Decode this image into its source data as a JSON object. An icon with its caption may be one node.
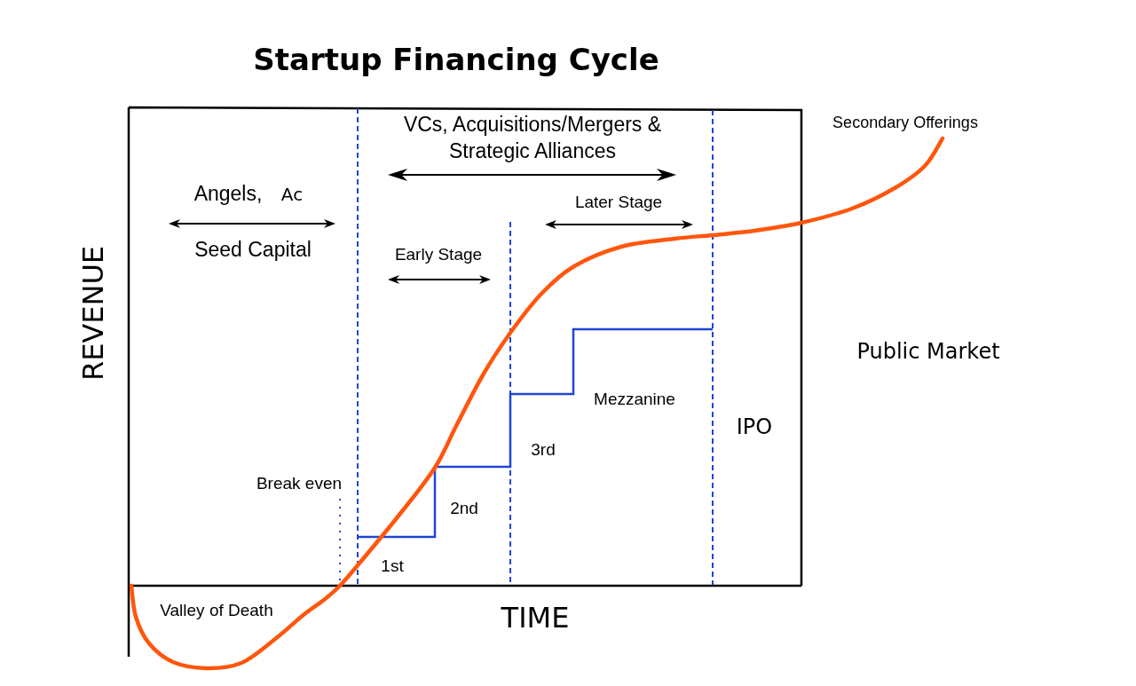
{
  "diagram": {
    "title": "Startup Financing Cycle",
    "labels": [
      "VCs, Acquisitions/Mergers & Strategic Alliances",
      "Secondary Offerings",
      "Angels,",
      "Ac",
      "Later Stage",
      "Seed Capital",
      "Early Stage",
      "REVENUE",
      "Public Market",
      "Mezzanine",
      "IPO",
      "3rd",
      "Break even",
      "2nd",
      "1st",
      "Valley of Death",
      "TIME"
    ]
  }
}
